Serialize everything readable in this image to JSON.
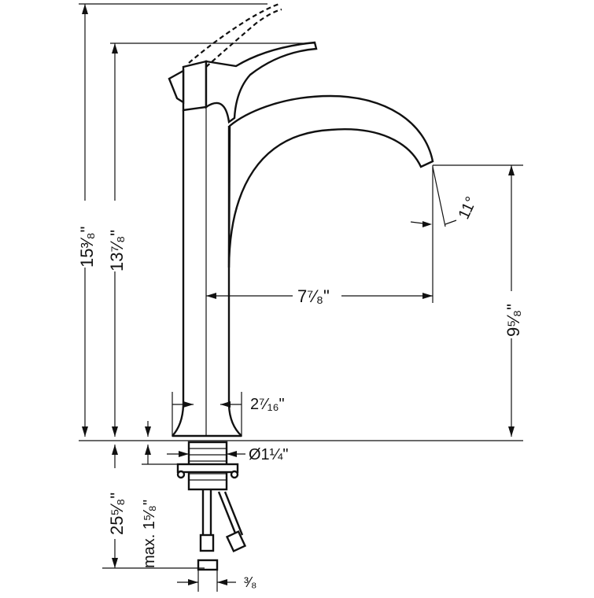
{
  "dimensions": {
    "overall_height": "15³⁄₈\"",
    "spout_height_top": "13⁷⁄₈\"",
    "spout_outlet_height": "9⁵⁄₈\"",
    "spout_reach": "7⁷⁄₈\"",
    "base_diameter": "2⁷⁄₁₆\"",
    "thread_diameter": "Ø1¼\"",
    "below_deck_length": "25⁵⁄₈\"",
    "max_deck_thickness": "max. 1⁵⁄₈\"",
    "hose_connection": "³⁄₈",
    "spout_angle": "11°"
  },
  "colors": {
    "stroke": "#111111",
    "background": "#ffffff"
  }
}
